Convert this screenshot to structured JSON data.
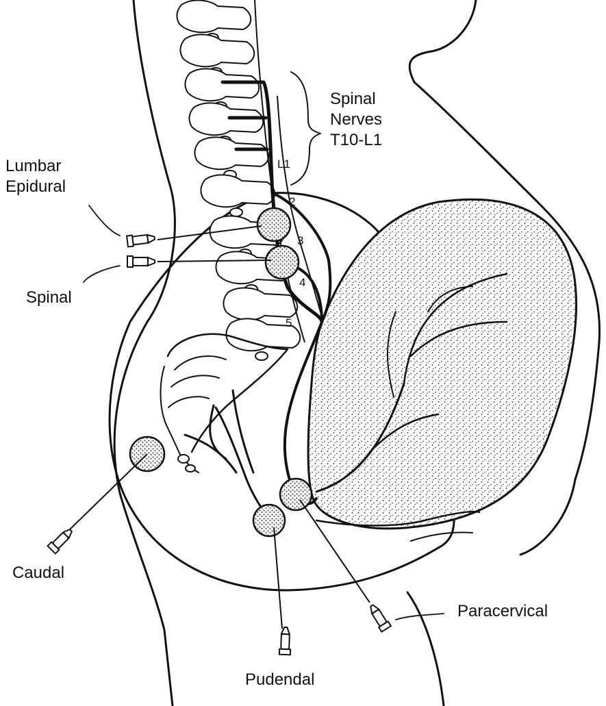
{
  "labels": {
    "spinal_nerves": [
      "Spinal",
      "Nerves",
      "T10-L1"
    ],
    "lumbar_epidural": [
      "Lumbar",
      "Epidural"
    ],
    "spinal": "Spinal",
    "caudal": "Caudal",
    "paracervical": "Paracervical",
    "pudendal": "Pudendal"
  },
  "vertebra_labels": [
    "L1",
    "2",
    "3",
    "4",
    "5"
  ],
  "colors": {
    "ink": "#111111",
    "background": "#ffffff"
  }
}
